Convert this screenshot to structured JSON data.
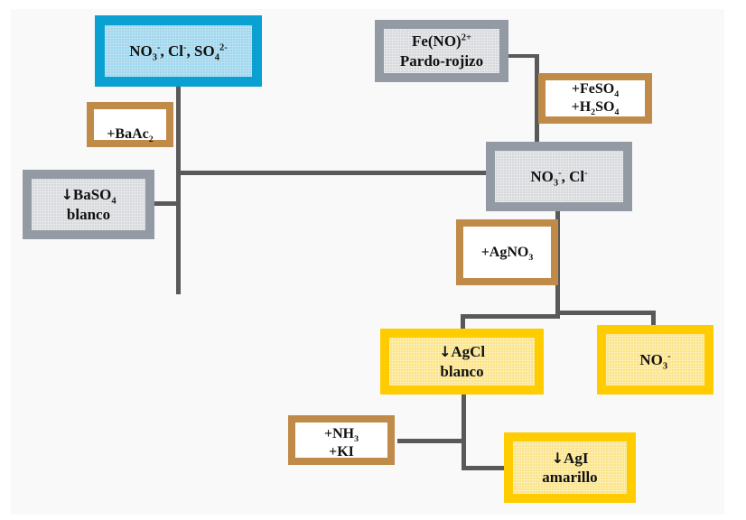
{
  "diagram": {
    "title": "Separación de aniones NO3-, Cl-, SO4 2-",
    "colors": {
      "start_border": "#0aa0d2",
      "start_fill": "#9fd6ee",
      "intermediate_border": "#939aa3",
      "intermediate_fill": "#d6d8dc",
      "reagent_border": "#c08a48",
      "reagent_fill": "#ffffff",
      "final_border": "#ffcc00",
      "final_fill": "#fbe489",
      "connector": "#595959"
    },
    "nodes": {
      "start": {
        "no3": "NO",
        "no3_sub": "3",
        "no3_sup": "-",
        "sep1": ", Cl",
        "cl_sup": "-",
        "sep2": ", SO",
        "so4_sub": "4",
        "so4_sup": "2-"
      },
      "baac2": {
        "prefix": "+BaAc",
        "sub": "2"
      },
      "baso4": {
        "arrow": "↓",
        "formula": "BaSO",
        "sub": "4",
        "line2": "blanco"
      },
      "no3_cl": {
        "no3": "NO",
        "no3_sub": "3",
        "no3_sup": "-",
        "sep": ", Cl",
        "cl_sup": "-"
      },
      "feso4_h2so4": {
        "l1_prefix": "+FeSO",
        "l1_sub": "4",
        "l2_prefix": "+H",
        "l2_sub1": "2",
        "l2_mid": "SO",
        "l2_sub2": "4"
      },
      "feno": {
        "formula": "Fe(NO)",
        "sup": "2+",
        "line2": "Pardo-rojizo"
      },
      "agno3": {
        "prefix": "+AgNO",
        "sub": "3"
      },
      "agcl": {
        "arrow": "↓",
        "formula": "AgCl",
        "line2": "blanco"
      },
      "no3_final": {
        "formula": "NO",
        "sub": "3",
        "sup": "-"
      },
      "nh3_ki": {
        "l1_prefix": "+NH",
        "l1_sub": "3",
        "l2": "+KI"
      },
      "agi": {
        "arrow": "↓",
        "formula": "AgI",
        "line2": "amarillo"
      }
    }
  }
}
